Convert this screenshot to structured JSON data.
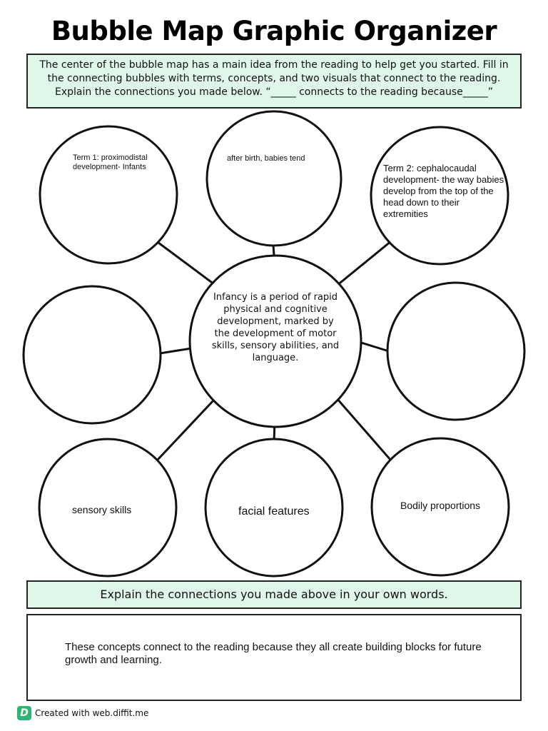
{
  "title": "Bubble Map Graphic Organizer",
  "instructions": "The center of the bubble map has a main idea from the reading to help get you started. Fill in the connecting bubbles with terms, concepts,  and two visuals that connect to the reading. Explain the connections you made below. “_____ connects to the reading because_____”",
  "center_bubble": "Infancy is a period of rapid physical and cognitive development, marked by the development of motor skills, sensory abilities, and language.",
  "bubbles": {
    "top_left": "Term 1: proximodistal development- Infants",
    "top_center": "after birth, babies tend",
    "top_right": "Term 2: cephalocaudal development- the way babies develop from the top of the head down to their extremities",
    "middle_left": "",
    "middle_right": "",
    "bottom_left": "sensory skills",
    "bottom_center": "facial features",
    "bottom_right": "Bodily proportions"
  },
  "explain_header": "Explain the connections you made above in your own words.",
  "answer": "These concepts connect to the reading because they all create building blocks for future growth and learning.",
  "footer": {
    "logo_letter": "D",
    "text": "Created with web.diffit.me"
  },
  "colors": {
    "box_fill": "#dff7e8",
    "logo": "#2bb673"
  }
}
